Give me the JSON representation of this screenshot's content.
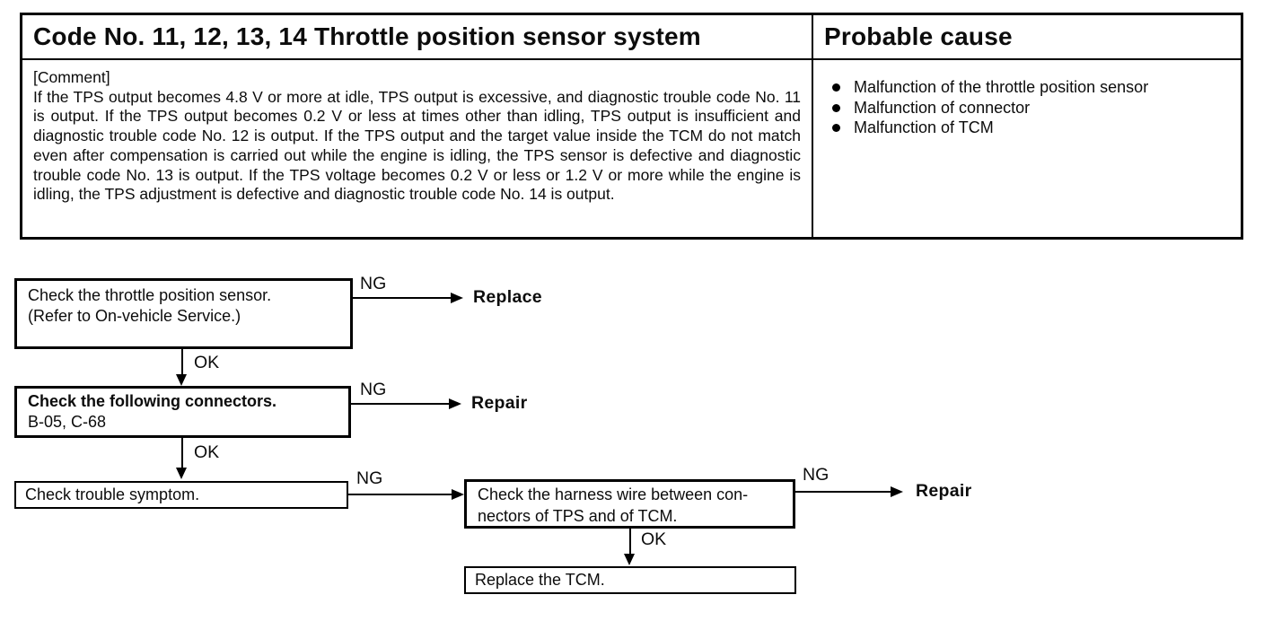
{
  "table": {
    "title": "Code No. 11, 12, 13, 14 Throttle position sensor system",
    "probable_cause_header": "Probable cause",
    "comment_label": "[Comment]",
    "comment_text": "If the TPS output becomes 4.8 V or more at idle, TPS output is excessive, and diagnostic trouble code No. 11 is output.  If the TPS output becomes 0.2 V or less at times other than idling, TPS output is insufficient and diagnostic trouble code No. 12 is output.  If the TPS output and the target value inside the TCM do not match even after compensation is carried out while the engine is idling, the TPS sensor is defective and diagnostic trouble code No. 13 is output.  If the TPS voltage becomes 0.2 V or less or 1.2 V or more while the engine is idling, the TPS adjustment is defective and diagnostic trouble code No. 14 is output.",
    "probable_causes": [
      "Malfunction of the throttle position sensor",
      "Malfunction of connector",
      "Malfunction of TCM"
    ]
  },
  "flowchart": {
    "boxes": [
      {
        "lines": [
          "Check the throttle position sensor.",
          "(Refer to On-vehicle Service.)"
        ]
      },
      {
        "lines": [
          "Check the following connectors.",
          "B-05, C-68"
        ]
      },
      {
        "lines": [
          "Check trouble symptom."
        ]
      },
      {
        "lines": [
          "Check the harness wire between con-",
          "nectors of TPS and of TCM."
        ]
      },
      {
        "lines": [
          "Replace the TCM."
        ]
      }
    ],
    "labels": {
      "ng": "NG",
      "ok": "OK"
    },
    "results": {
      "replace": "Replace",
      "repair": "Repair"
    }
  },
  "colors": {
    "ink": "#0c0c0c",
    "paper": "#ffffff"
  }
}
